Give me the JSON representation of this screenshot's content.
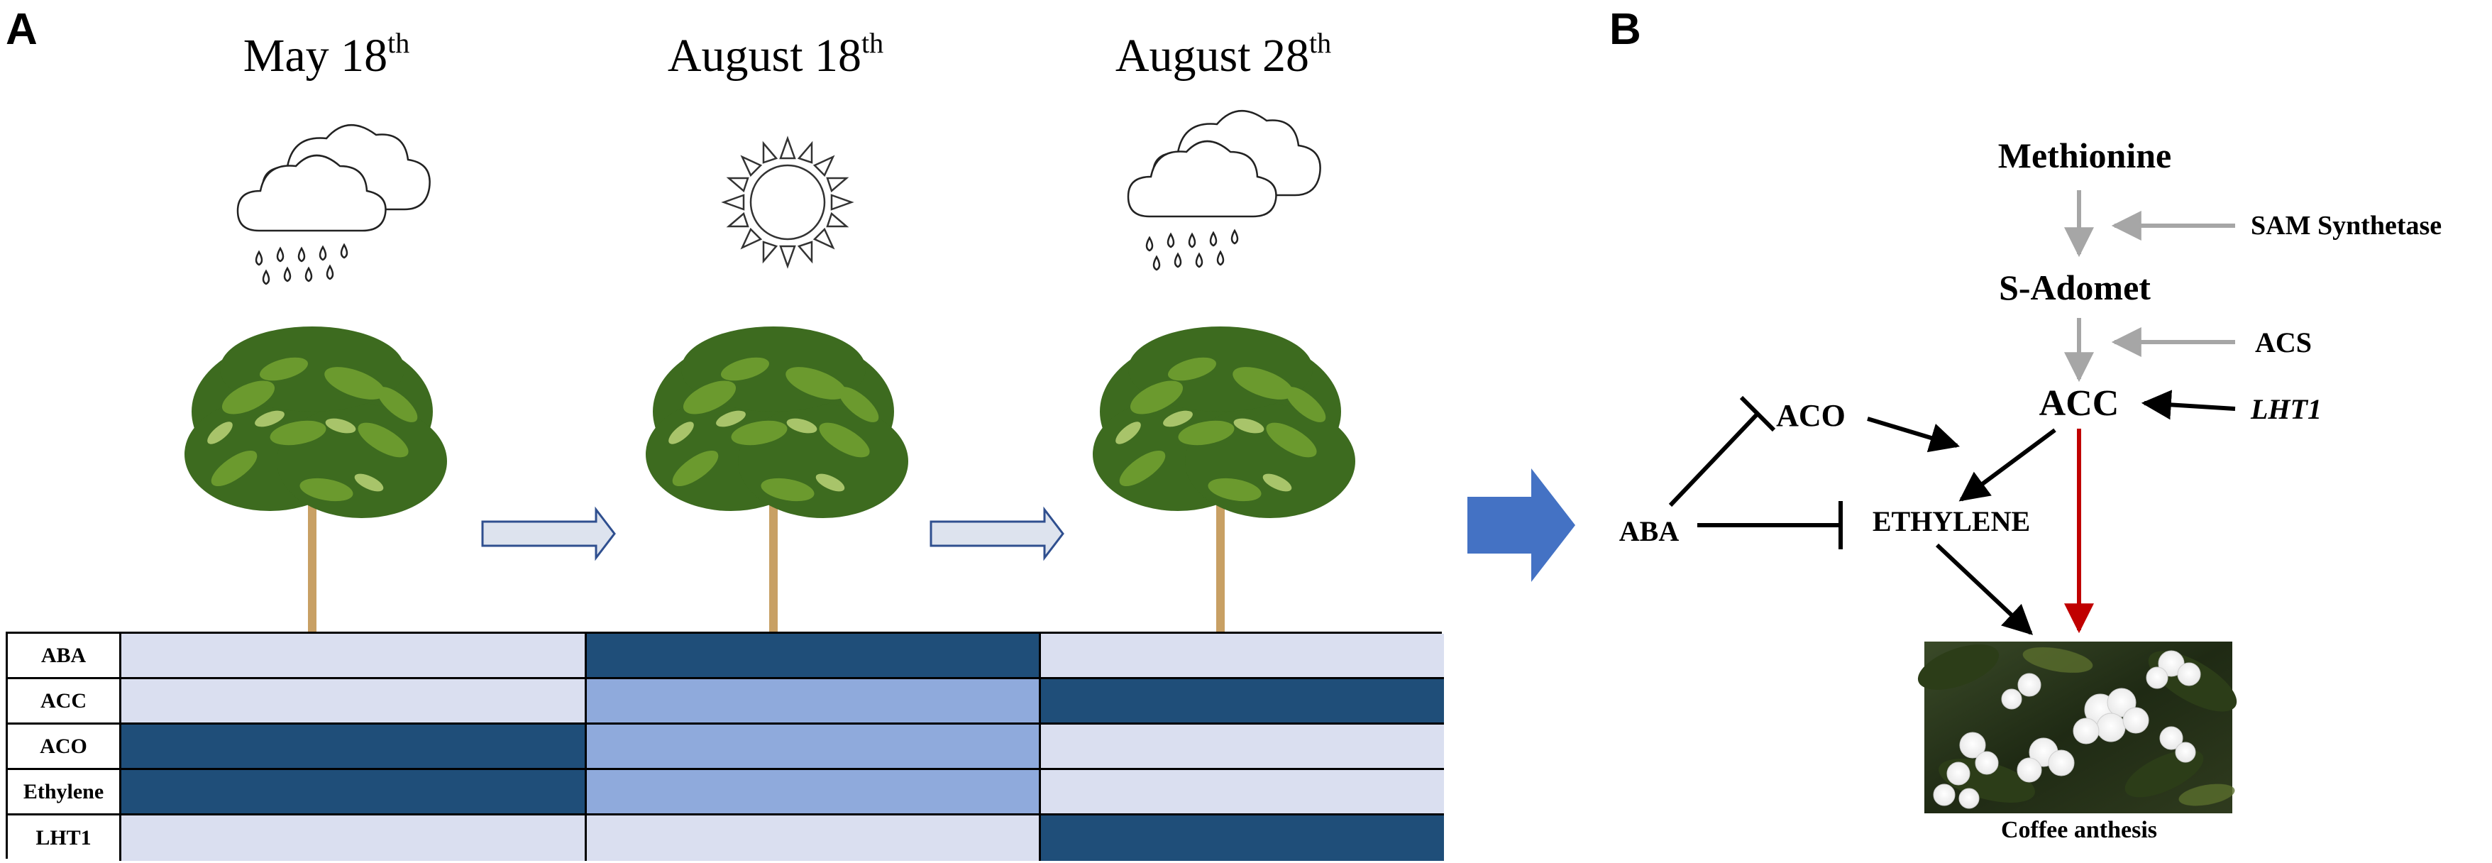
{
  "panel_a": {
    "letter": "A",
    "dates": [
      {
        "main": "May 18",
        "sup": "th",
        "weather": "rain"
      },
      {
        "main": "August 18",
        "sup": "th",
        "weather": "sun"
      },
      {
        "main": "August 28",
        "sup": "th",
        "weather": "rain"
      }
    ],
    "heatmap": {
      "rows": [
        "ABA",
        "ACC",
        "ACO",
        "Ethylene",
        "LHT1"
      ],
      "levels": [
        [
          "low",
          "high",
          "low"
        ],
        [
          "low",
          "mid",
          "high"
        ],
        [
          "high",
          "mid",
          "low"
        ],
        [
          "high",
          "mid",
          "low"
        ],
        [
          "low",
          "low",
          "high"
        ]
      ],
      "colors": {
        "low": "#dadff0",
        "mid": "#8faadc",
        "high": "#1f4e79"
      }
    }
  },
  "panel_b": {
    "letter": "B",
    "nodes": {
      "methionine": "Methionine",
      "sadomet": "S-Adomet",
      "acc": "ACC",
      "aco": "ACO",
      "aba": "ABA",
      "ethylene": "ETHYLENE",
      "sam_synthetase": "SAM Synthetase",
      "acs": "ACS",
      "lht1": "LHT1"
    },
    "photo_caption": "Coffee anthesis"
  },
  "colors": {
    "gray_arrow": "#a6a6a6",
    "red_arrow": "#c00000",
    "big_arrow": "#4472c4",
    "small_arrow_fill": "#dde3ee",
    "small_arrow_stroke": "#2f4f8f"
  }
}
